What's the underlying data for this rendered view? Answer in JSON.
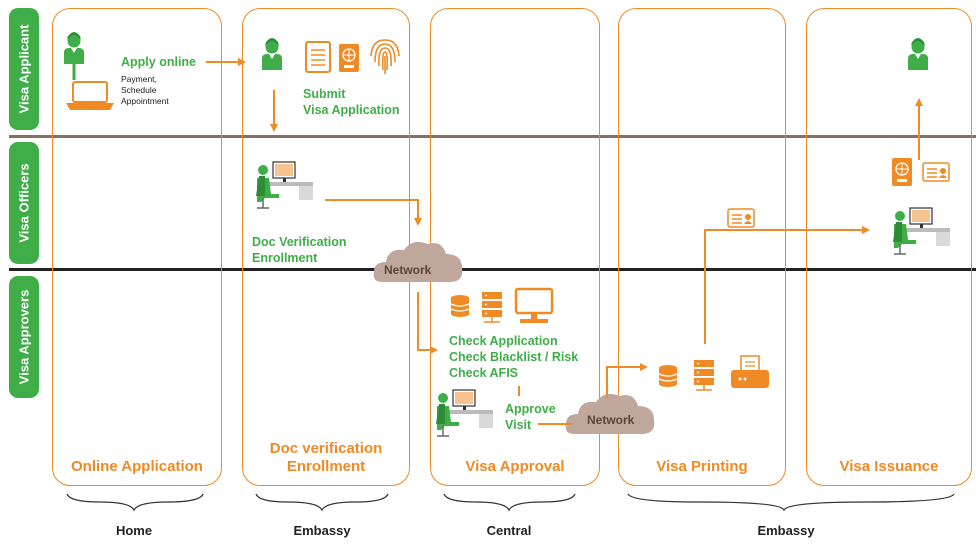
{
  "lanes": {
    "applicant": "Visa Applicant",
    "officers": "Visa Officers",
    "approvers": "Visa Approvers"
  },
  "columns": {
    "online": "Online Application",
    "docverif_line1": "Doc verification",
    "docverif_line2": "Enrollment",
    "approval": "Visa Approval",
    "printing": "Visa Printing",
    "issuance": "Visa Issuance"
  },
  "locations": {
    "home": "Home",
    "embassy1": "Embassy",
    "central": "Central",
    "embassy2": "Embassy"
  },
  "steps": {
    "apply_online": "Apply online",
    "payment": "Payment,",
    "schedule": "Schedule",
    "appointment": "Appointment",
    "submit_line1": "Submit",
    "submit_line2": "Visa Application",
    "doc_verif_line1": "Doc Verification",
    "doc_verif_line2": "Enrollment",
    "check_application": "Check Application",
    "check_blacklist": "Check Blacklist / Risk",
    "check_afis": "Check AFIS",
    "approve_line1": "Approve",
    "approve_line2": "Visit"
  },
  "network_label": "Network",
  "colors": {
    "green": "#3fae49",
    "orange": "#f08a24",
    "cloud": "#c0a79b",
    "divider_brown": "#8a6f5e",
    "divider_black": "#222222"
  },
  "icons": [
    "person-icon",
    "laptop-icon",
    "document-icon",
    "passport-icon",
    "fingerprint-icon",
    "officer-desk-icon",
    "cloud-icon",
    "database-icon",
    "server-icon",
    "monitor-icon",
    "printer-icon",
    "id-card-icon",
    "brace-icon"
  ]
}
